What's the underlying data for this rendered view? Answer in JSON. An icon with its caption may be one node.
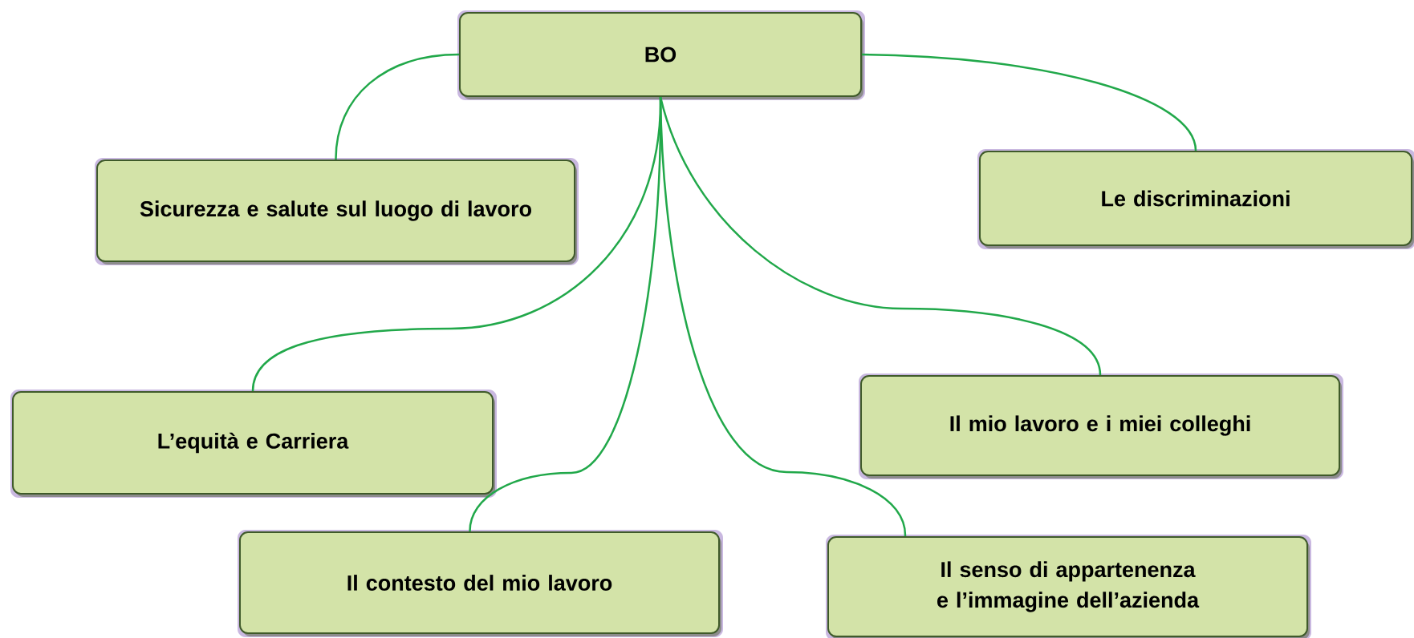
{
  "diagram": {
    "nodes": [
      {
        "text": [
          "BO"
        ]
      },
      {
        "text": [
          "Sicurezza e salute sul luogo di lavoro"
        ]
      },
      {
        "text": [
          "Le discriminazioni"
        ]
      },
      {
        "text": [
          "L’equità e Carriera"
        ]
      },
      {
        "text": [
          "Il mio lavoro e i miei colleghi"
        ]
      },
      {
        "text": [
          "Il contesto del mio lavoro"
        ]
      },
      {
        "text": [
          "Il senso di appartenenza e l’immagine dell’azienda"
        ]
      }
    ],
    "edges": [
      {
        "from": 0,
        "to": 1,
        "arrow": "none"
      },
      {
        "from": 0,
        "to": 2,
        "arrow": "none"
      },
      {
        "from": 0,
        "to": 3,
        "arrow": "none"
      },
      {
        "from": 0,
        "to": 4,
        "arrow": "none"
      },
      {
        "from": 0,
        "to": 5,
        "arrow": "none"
      },
      {
        "from": 0,
        "to": 6,
        "arrow": "none"
      }
    ]
  }
}
